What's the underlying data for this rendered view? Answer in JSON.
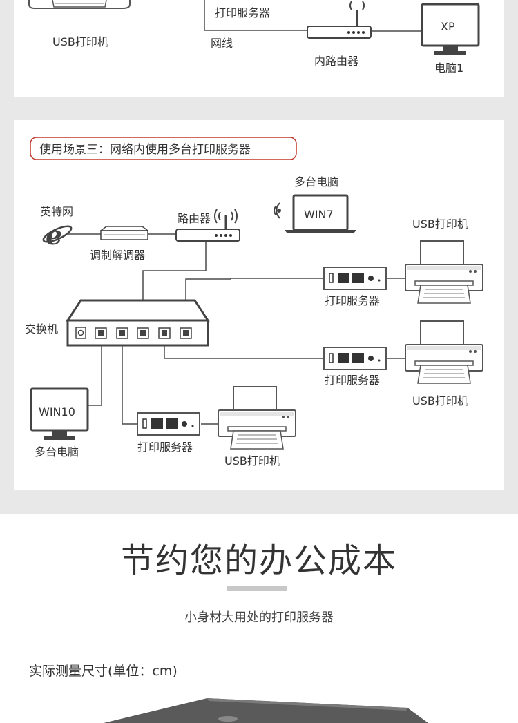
{
  "top": {
    "usb_printer": "USB打印机",
    "print_server": "打印服务器",
    "cable": "网线",
    "router": "内路由器",
    "computer_screen": "XP",
    "computer": "电脑1"
  },
  "scenario3": {
    "title": "使用场景三：网络内使用多台打印服务器",
    "internet": "英特网",
    "modem": "调制解调器",
    "router": "路由器",
    "multi_pc": "多台电脑",
    "laptop_screen": "WIN7",
    "switch": "交换机",
    "print_server": "打印服务器",
    "usb_printer": "USB打印机",
    "desktop_screen": "WIN10",
    "multi_pc_desktop": "多台电脑"
  },
  "lower": {
    "headline": "节约您的办公成本",
    "subtitle": "小身材大用处的打印服务器",
    "measurement": "实际测量尺寸(单位：cm)"
  },
  "colors": {
    "accent_red": "#c0392b",
    "line": "#4a4a4a",
    "background": "#e8e8e8"
  }
}
